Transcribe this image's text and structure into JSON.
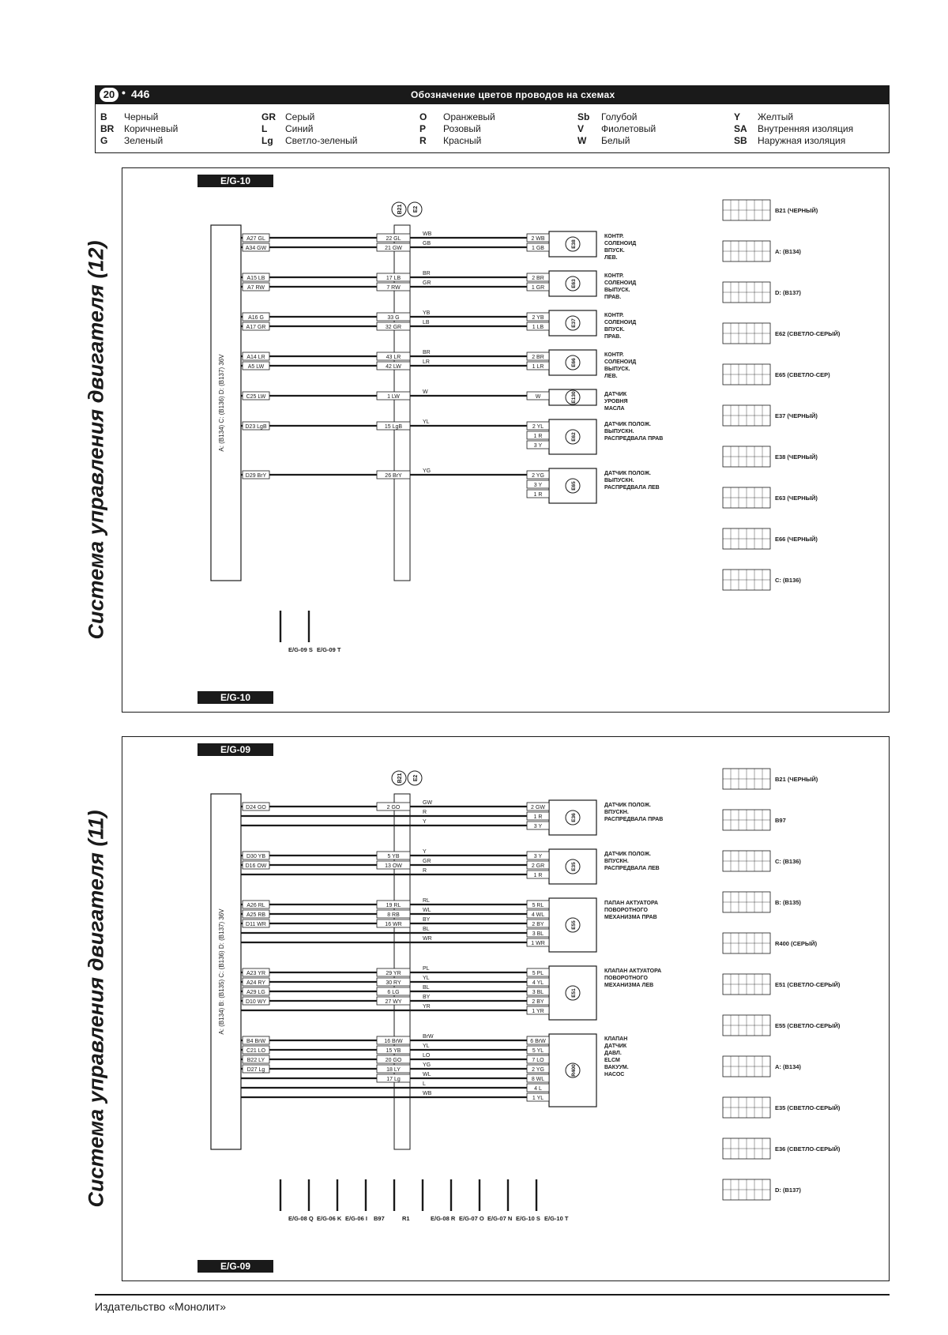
{
  "header": {
    "page_badge": "20",
    "page_dot": "•",
    "page_number": "446",
    "title": "Обозначение цветов проводов на схемах"
  },
  "legend": [
    [
      {
        "code": "B",
        "name": "Черный"
      },
      {
        "code": "BR",
        "name": "Коричневый"
      },
      {
        "code": "G",
        "name": "Зеленый"
      }
    ],
    [
      {
        "code": "GR",
        "name": "Серый"
      },
      {
        "code": "L",
        "name": "Синий"
      },
      {
        "code": "Lg",
        "name": "Светло-зеленый"
      }
    ],
    [
      {
        "code": "O",
        "name": "Оранжевый"
      },
      {
        "code": "P",
        "name": "Розовый"
      },
      {
        "code": "R",
        "name": "Красный"
      }
    ],
    [
      {
        "code": "Sb",
        "name": "Голубой"
      },
      {
        "code": "V",
        "name": "Фиолетовый"
      },
      {
        "code": "W",
        "name": "Белый"
      }
    ],
    [
      {
        "code": "Y",
        "name": "Желтый"
      },
      {
        "code": "SA",
        "name": "Внутренняя изоляция"
      },
      {
        "code": "SB",
        "name": "Наружная изоляция"
      }
    ]
  ],
  "panels": [
    {
      "title": "Система управления двигателя (12)",
      "tag_top": "E/G-10",
      "tag_bottom": "E/G-10",
      "ecm_label": "A: (B134) C: (B136) D: (B137) 36V",
      "harness_label_1": "B21",
      "harness_label_2": "E2",
      "rows": [
        {
          "ecm": [
            "A27 GL",
            "A34 GW"
          ],
          "mid": [
            "22 GL",
            "21 GW"
          ],
          "right": [
            "WB",
            "GB"
          ],
          "comp": "E38",
          "pins": [
            "2 WB",
            "1 GB"
          ],
          "label": [
            "КОНТР.",
            "СОЛЕНОИД",
            "ВПУСК.",
            "ЛЕВ."
          ]
        },
        {
          "ecm": [
            "A15 LB",
            "A7 RW"
          ],
          "mid": [
            "17 LB",
            "7 RW"
          ],
          "right": [
            "BR",
            "GR"
          ],
          "comp": "E63",
          "pins": [
            "2 BR",
            "1 GR"
          ],
          "label": [
            "КОНТР.",
            "СОЛЕНОИД",
            "ВЫПУСК.",
            "ПРАВ."
          ]
        },
        {
          "ecm": [
            "A16 G",
            "A17 GR"
          ],
          "mid": [
            "33 G",
            "32 GR"
          ],
          "right": [
            "YB",
            "LB"
          ],
          "comp": "E37",
          "pins": [
            "2 YB",
            "1 LB"
          ],
          "label": [
            "КОНТР.",
            "СОЛЕНОИД",
            "ВПУСК.",
            "ПРАВ."
          ]
        },
        {
          "ecm": [
            "A14 LR",
            "A5 LW"
          ],
          "mid": [
            "43 LR",
            "42 LW"
          ],
          "right": [
            "BR",
            "LR"
          ],
          "comp": "E66",
          "pins": [
            "2 BR",
            "1 LR"
          ],
          "label": [
            "КОНТР.",
            "СОЛЕНОИД",
            "ВЫПУСК.",
            "ЛЕВ."
          ]
        },
        {
          "ecm": [
            "C25 LW"
          ],
          "mid": [
            "1 LW"
          ],
          "right": [
            "W"
          ],
          "comp": "E130",
          "pins": [
            "W"
          ],
          "label": [
            "ДАТЧИК",
            "УРОВНЯ",
            "МАСЛА"
          ]
        },
        {
          "ecm": [
            "D23 LgB"
          ],
          "mid": [
            "15 LgB"
          ],
          "right": [
            "YL"
          ],
          "comp": "E62",
          "pins": [
            "2 YL",
            "1 R",
            "3 Y"
          ],
          "label": [
            "ДАТЧИК ПОЛОЖ.",
            "ВЫПУСКН.",
            "РАСПРЕДВАЛА ПРАВ"
          ]
        },
        {
          "ecm": [
            "D29 BrY"
          ],
          "mid": [
            "26 BrY"
          ],
          "right": [
            "YG"
          ],
          "comp": "E65",
          "pins": [
            "2 YG",
            "3 Y",
            "1 R"
          ],
          "label": [
            "ДАТЧИК ПОЛОЖ.",
            "ВЫПУСКН.",
            "РАСПРЕДВАЛА ЛЕВ"
          ]
        }
      ],
      "refs": [
        "E/G-09 S",
        "E/G-09 T"
      ],
      "connectors": [
        "B21 (ЧЕРНЫЙ)",
        "A: (B134)",
        "D: (B137)",
        "E62 (СВЕТЛО-СЕРЫЙ)",
        "E65 (СВЕТЛО-СЕР)",
        "E37 (ЧЕРНЫЙ)",
        "E38 (ЧЕРНЫЙ)",
        "E63 (ЧЕРНЫЙ)",
        "E66 (ЧЕРНЫЙ)",
        "C: (B136)"
      ]
    },
    {
      "title": "Система управления двигателя (11)",
      "tag_top": "E/G-09",
      "tag_bottom": "E/G-09",
      "ecm_label": "A: (B134) B: (B135) C: (B136) D: (B137) 36V",
      "harness_label_1": "B21",
      "harness_label_2": "E2",
      "rows": [
        {
          "ecm": [
            "D24 GO"
          ],
          "mid": [
            "2 GO"
          ],
          "right": [
            "GW",
            "R",
            "Y"
          ],
          "comp": "E36",
          "pins": [
            "2 GW",
            "1 R",
            "3 Y"
          ],
          "label": [
            "ДАТЧИК ПОЛОЖ.",
            "ВПУСКН.",
            "РАСПРЕДВАЛА ПРАВ"
          ]
        },
        {
          "ecm": [
            "D30 YB",
            "D16 OW"
          ],
          "mid": [
            "5 YB",
            "13 OW"
          ],
          "right": [
            "Y",
            "GR",
            "R"
          ],
          "comp": "E35",
          "pins": [
            "3 Y",
            "2 GR",
            "1 R"
          ],
          "label": [
            "ДАТЧИК ПОЛОЖ.",
            "ВПУСКН.",
            "РАСПРЕДВАЛА ЛЕВ"
          ]
        },
        {
          "ecm": [
            "A26 RL",
            "A25 RB",
            "D11 WR"
          ],
          "mid": [
            "19 RL",
            "8 RB",
            "16 WR"
          ],
          "right": [
            "RL",
            "WL",
            "BY",
            "BL",
            "WR"
          ],
          "comp": "E55",
          "pins": [
            "5 RL",
            "4 WL",
            "2 BY",
            "3 BL",
            "1 WR"
          ],
          "label": [
            "ПАПАН АКТУАТОРА",
            "ПОВОРОТНОГО",
            "МЕХАНИЗМА ПРАВ"
          ]
        },
        {
          "ecm": [
            "A23 YR",
            "A24 RY",
            "A29 LG",
            "D10 WY"
          ],
          "mid": [
            "29 YR",
            "30 RY",
            "6 LG",
            "27 WY"
          ],
          "right": [
            "PL",
            "YL",
            "BL",
            "BY",
            "YR"
          ],
          "comp": "E51",
          "pins": [
            "5 PL",
            "4 YL",
            "3 BL",
            "2 BY",
            "1 YR"
          ],
          "label": [
            "КЛАПАН АКТУАТОРА",
            "ПОВОРОТНОГО",
            "МЕХАНИЗМА ЛЕВ"
          ]
        },
        {
          "ecm": [
            "B4 BrW",
            "C21 LO",
            "B22 LY",
            "D27 Lg"
          ],
          "mid": [
            "16 BrW",
            "15 YB",
            "20 GO",
            "18 LY",
            "17 Lg"
          ],
          "right": [
            "BrW",
            "YL",
            "LO",
            "YG",
            "WL",
            "L",
            "WB"
          ],
          "comp": "R400",
          "pins": [
            "6 BrW",
            "5 YL",
            "7 LO",
            "2 YG",
            "8 WL",
            "4 L",
            "1 YL"
          ],
          "label": [
            "КЛАПАН",
            "ДАТЧИК",
            "ДАВЛ.",
            "ELCM",
            "ВАКУУМ.",
            "НАСОС"
          ]
        }
      ],
      "refs": [
        "E/G-08 Q",
        "E/G-06 K",
        "E/G-06 I",
        "B97",
        "R1",
        "E/G-08 R",
        "E/G-07 O",
        "E/G-07 N",
        "E/G-10 S",
        "E/G-10 T"
      ],
      "connectors": [
        "B21 (ЧЕРНЫЙ)",
        "B97",
        "C: (B136)",
        "B: (B135)",
        "R400 (СЕРЫЙ)",
        "E51 (СВЕТЛО-СЕРЫЙ)",
        "E55 (СВЕТЛО-СЕРЫЙ)",
        "A: (B134)",
        "E35 (СВЕТЛО-СЕРЫЙ)",
        "E36 (СВЕТЛО-СЕРЫЙ)",
        "D: (B137)"
      ]
    }
  ],
  "footer": {
    "publisher": "Издательство «Монолит»"
  }
}
